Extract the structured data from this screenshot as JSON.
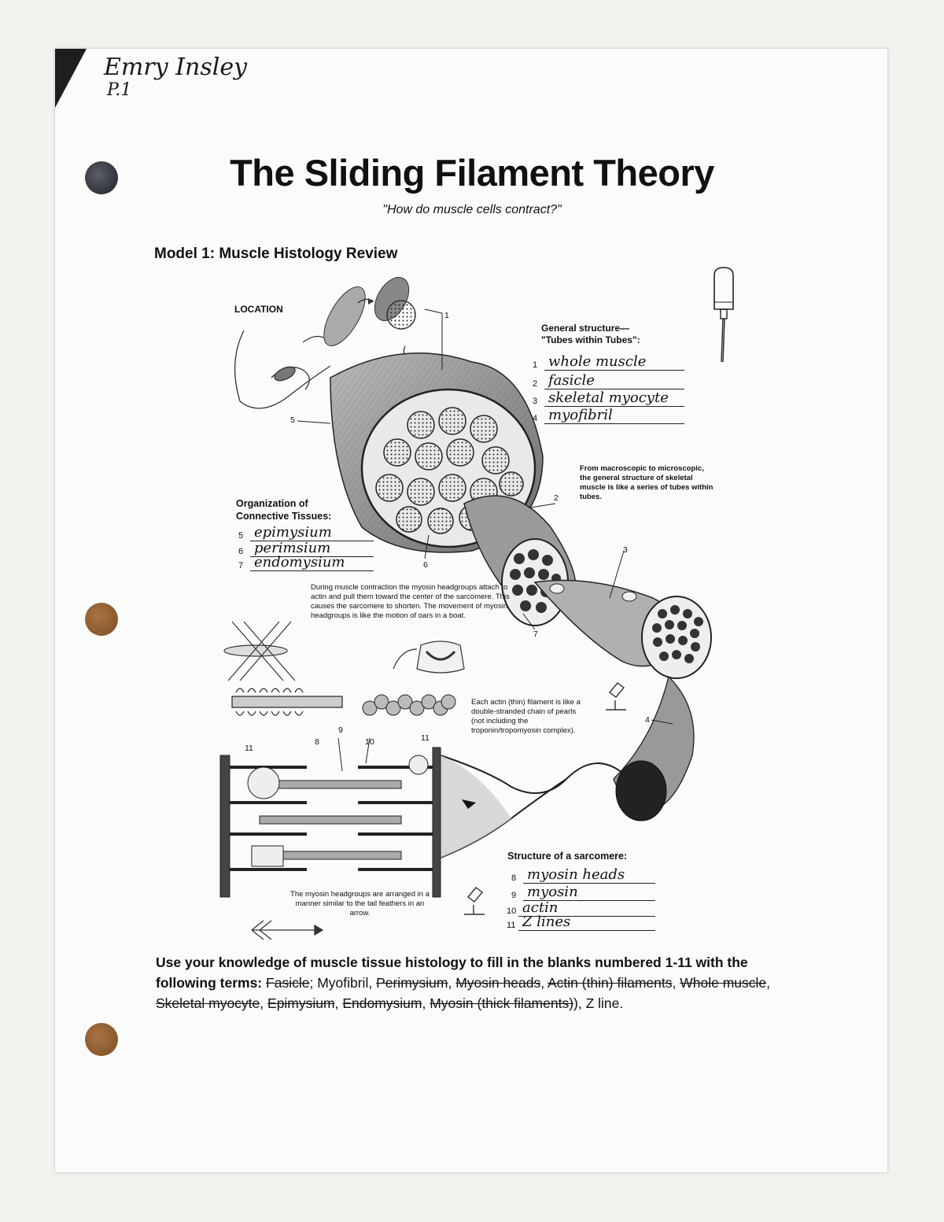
{
  "header": {
    "student_name": "Emry Insley",
    "period": "P.1"
  },
  "page": {
    "title": "The Sliding Filament Theory",
    "subtitle": "\"How do muscle cells contract?\"",
    "model_heading": "Model 1: Muscle Histology Review"
  },
  "diagram": {
    "location_label": "LOCATION",
    "general_structure_title": "General structure—\n\"Tubes within Tubes\":",
    "general_structure": [
      {
        "num": "1",
        "answer": "whole muscle"
      },
      {
        "num": "2",
        "answer": "fasicle"
      },
      {
        "num": "3",
        "answer": "skeletal myocyte"
      },
      {
        "num": "4",
        "answer": "myofibril"
      }
    ],
    "macro_note": "From macroscopic to microscopic, the general structure of skeletal muscle is like a series of tubes within tubes.",
    "connective_title": "Organization of\nConnective Tissues:",
    "connective": [
      {
        "num": "5",
        "answer": "epimysium"
      },
      {
        "num": "6",
        "answer": "perimsium"
      },
      {
        "num": "7",
        "answer": "endomysium"
      }
    ],
    "contraction_note": "During muscle contraction the myosin headgroups attach to actin and pull them toward the center of the sarcomere. This causes the sarcomere to shorten. The movement of myosin headgroups is like the motion of oars in a boat.",
    "actin_note": "Each actin (thin) filament is like a double-stranded chain of pearls (not including the troponin/tropomyosin complex).",
    "arrow_note": "The myosin headgroups are arranged in a manner similar to the tail feathers in an arrow.",
    "sarcomere_title": "Structure of a sarcomere:",
    "sarcomere": [
      {
        "num": "8",
        "answer": "myosin heads"
      },
      {
        "num": "9",
        "answer": "myosin"
      },
      {
        "num": "10",
        "answer": "actin"
      },
      {
        "num": "11",
        "answer": "Z lines"
      }
    ],
    "callouts": {
      "c1": "1",
      "c2": "2",
      "c3": "3",
      "c4": "4",
      "c5": "5",
      "c6": "6",
      "c7": "7",
      "c8": "8",
      "c9": "9",
      "c10": "10",
      "c11a": "11",
      "c11b": "11"
    }
  },
  "instructions": {
    "lead": "Use your knowledge of muscle tissue histology to fill in the blanks numbered 1-11 with the following terms:",
    "terms": [
      {
        "text": "Fasicle",
        "sep": "; ",
        "struck": true
      },
      {
        "text": "Myofibril",
        "sep": ", ",
        "struck": false
      },
      {
        "text": "Perimysium",
        "sep": ", ",
        "struck": true
      },
      {
        "text": "Myosin heads",
        "sep": ", ",
        "struck": true
      },
      {
        "text": "Actin (thin) filaments",
        "sep": ", ",
        "struck": true
      },
      {
        "text": "Whole muscle",
        "sep": ", ",
        "struck": true
      },
      {
        "text": "Skeletal myocyte",
        "sep": ", ",
        "struck": true
      },
      {
        "text": "Epimysium",
        "sep": ", ",
        "struck": true
      },
      {
        "text": "Endomysium",
        "sep": ", ",
        "struck": true
      },
      {
        "text": "Myosin (thick filaments)",
        "sep": "), ",
        "struck": true
      },
      {
        "text": "Z line.",
        "sep": "",
        "struck": false
      }
    ]
  },
  "colors": {
    "hole_dark": "#3a3d44",
    "hole_brown": "#8a5a2b",
    "ink": "#111111"
  }
}
